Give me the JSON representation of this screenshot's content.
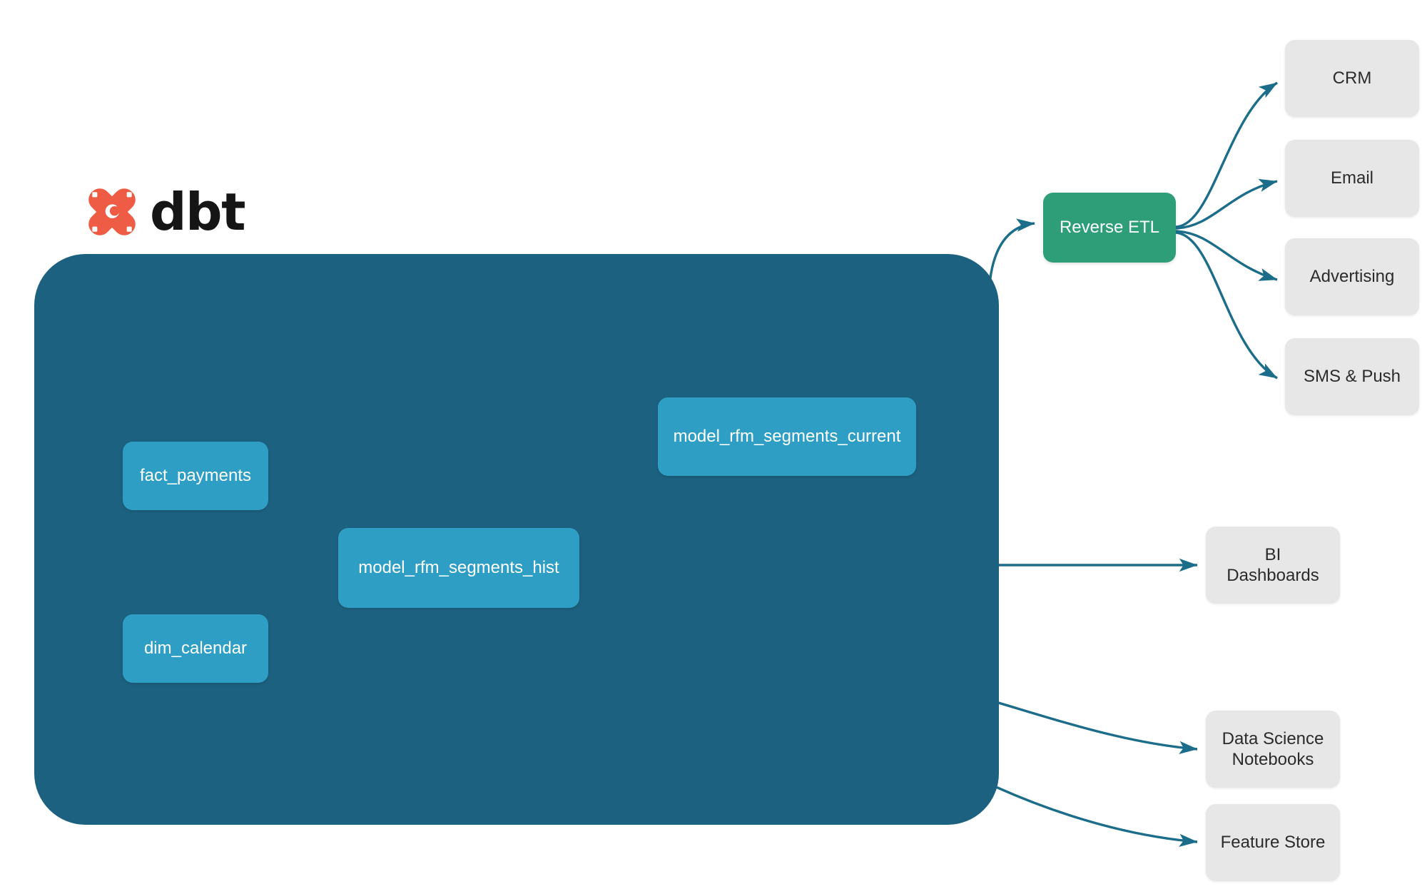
{
  "brand": {
    "name": "dbt",
    "logo_icon": "dbt-logo-icon",
    "logo_color": "#ee5c46",
    "wordmark_color": "#151515"
  },
  "colors": {
    "panel": "#1d6180",
    "model_node": "#2f9ec4",
    "reverse_etl": "#2e9e78",
    "destination": "#e7e7e8",
    "edge_inner": "#3f90ab",
    "edge_outer": "#1b6d8a",
    "canvas": "#ffffff"
  },
  "dbt_project": {
    "label": "dbt project container",
    "models": [
      {
        "id": "fact_payments",
        "label": "fact_payments",
        "kind": "source-model"
      },
      {
        "id": "dim_calendar",
        "label": "dim_calendar",
        "kind": "source-model"
      },
      {
        "id": "model_rfm_segments_hist",
        "label": "model_rfm_segments_hist",
        "kind": "transform-model"
      },
      {
        "id": "model_rfm_segments_current",
        "label": "model_rfm_segments_current",
        "kind": "transform-model"
      }
    ]
  },
  "reverse_etl": {
    "id": "reverse_etl",
    "label": "Reverse ETL"
  },
  "destinations": {
    "activation": [
      {
        "id": "crm",
        "label": "CRM"
      },
      {
        "id": "email",
        "label": "Email"
      },
      {
        "id": "advertising",
        "label": "Advertising"
      },
      {
        "id": "sms_push",
        "label": "SMS & Push"
      }
    ],
    "analytics": [
      {
        "id": "bi_dashboards",
        "label": "BI Dashboards"
      },
      {
        "id": "ds_notebooks",
        "label_line1": "Data Science",
        "label_line2": "Notebooks"
      },
      {
        "id": "feature_store",
        "label": "Feature Store"
      }
    ]
  },
  "edges": [
    {
      "from": "fact_payments",
      "to": "model_rfm_segments_hist",
      "scope": "internal"
    },
    {
      "from": "dim_calendar",
      "to": "model_rfm_segments_hist",
      "scope": "internal"
    },
    {
      "from": "model_rfm_segments_hist",
      "to": "model_rfm_segments_current",
      "scope": "internal"
    },
    {
      "from": "model_rfm_segments_current",
      "to": "reverse_etl",
      "scope": "external"
    },
    {
      "from": "model_rfm_segments_hist",
      "to": "bi_dashboards",
      "scope": "external"
    },
    {
      "from": "model_rfm_segments_hist",
      "to": "ds_notebooks",
      "scope": "external"
    },
    {
      "from": "model_rfm_segments_hist",
      "to": "feature_store",
      "scope": "external"
    },
    {
      "from": "reverse_etl",
      "to": "crm",
      "scope": "external"
    },
    {
      "from": "reverse_etl",
      "to": "email",
      "scope": "external"
    },
    {
      "from": "reverse_etl",
      "to": "advertising",
      "scope": "external"
    },
    {
      "from": "reverse_etl",
      "to": "sms_push",
      "scope": "external"
    }
  ]
}
